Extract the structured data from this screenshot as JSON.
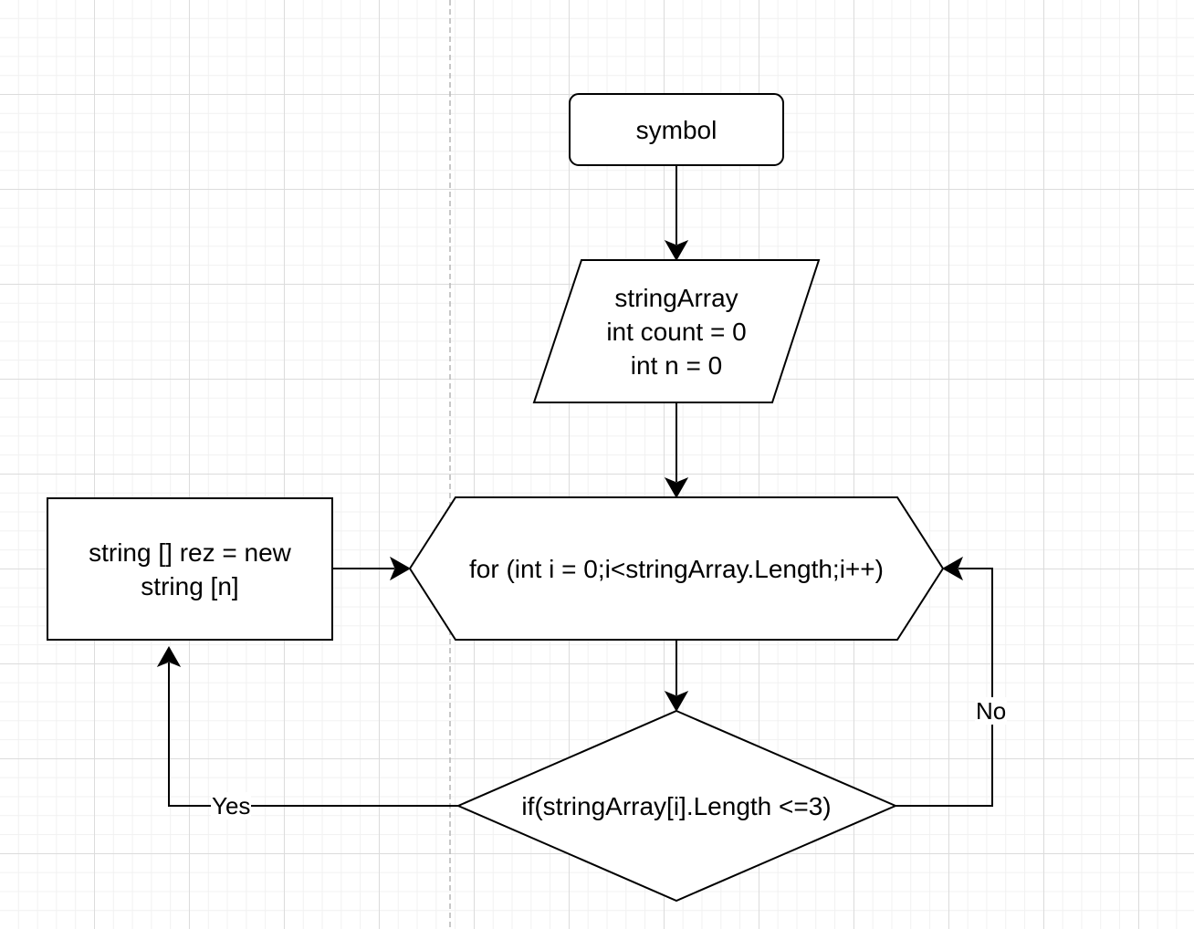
{
  "nodes": {
    "start": {
      "text": "symbol"
    },
    "input": {
      "text": "stringArray\nint count = 0\nint n = 0"
    },
    "loop": {
      "text": "for (int i = 0;i<stringArray.Length;i++)"
    },
    "decision": {
      "text": "if(stringArray[i].Length <=3)"
    },
    "process": {
      "text": "string [] rez = new\nstring [n]"
    }
  },
  "edges": {
    "yes_label": "Yes",
    "no_label": "No"
  },
  "colors": {
    "stroke": "#000000",
    "fill": "#ffffff",
    "grid": "#dcdcdc"
  }
}
